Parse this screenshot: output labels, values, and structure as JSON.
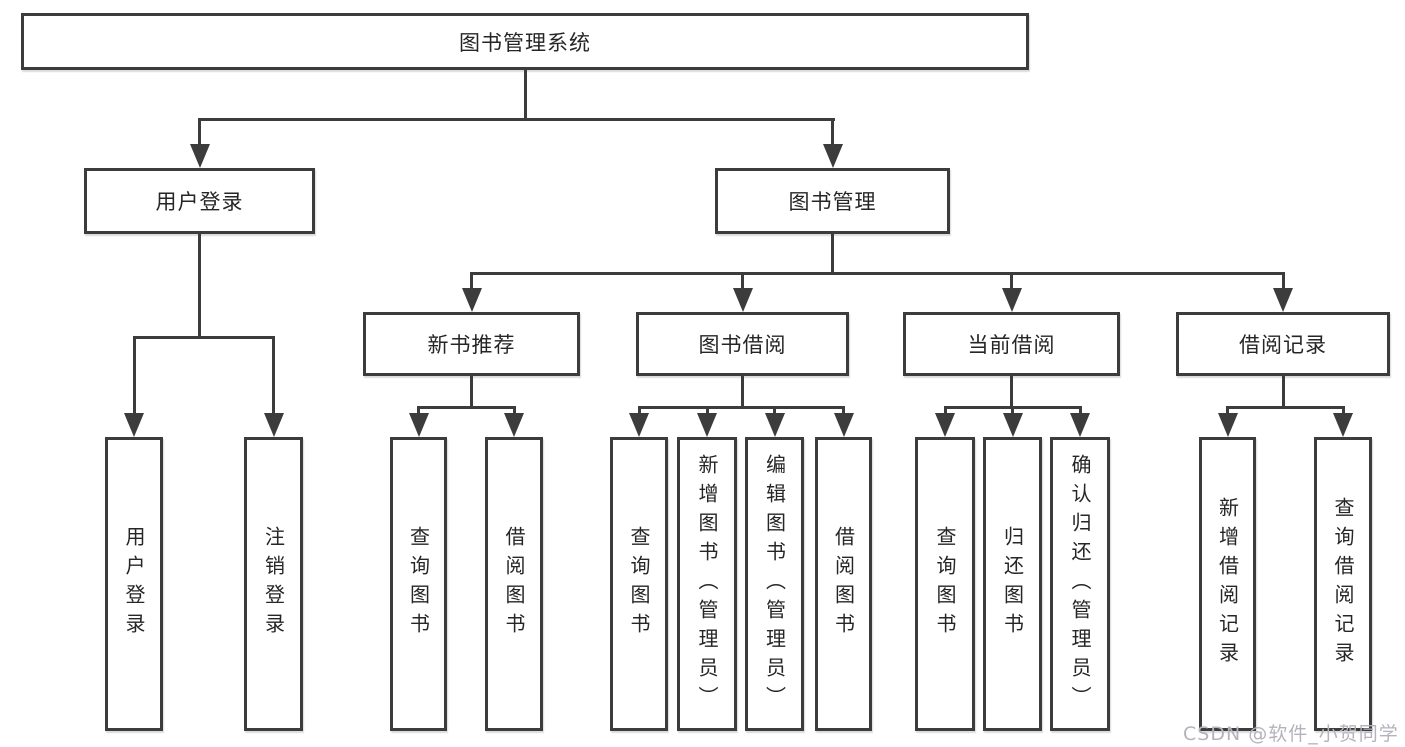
{
  "watermark": "CSDN @软件_小贺同学",
  "colors": {
    "background": "#ffffff",
    "box_fill": "#ffffff",
    "box_border": "#3c3c3c",
    "line": "#3c3c3c",
    "text": "#262626",
    "watermark": "#b3b3bd"
  },
  "tree": {
    "root": {
      "label": "图书管理系统"
    },
    "branches": [
      {
        "label": "用户登录",
        "children": [
          {
            "label": "用户登录"
          },
          {
            "label": "注销登录"
          }
        ]
      },
      {
        "label": "图书管理",
        "children": [
          {
            "label": "新书推荐",
            "children": [
              {
                "label": "查询图书"
              },
              {
                "label": "借阅图书"
              }
            ]
          },
          {
            "label": "图书借阅",
            "children": [
              {
                "label": "查询图书"
              },
              {
                "label": "新增图书（管理员）"
              },
              {
                "label": "编辑图书（管理员）"
              },
              {
                "label": "借阅图书"
              }
            ]
          },
          {
            "label": "当前借阅",
            "children": [
              {
                "label": "查询图书"
              },
              {
                "label": "归还图书"
              },
              {
                "label": "确认归还（管理员）"
              }
            ]
          },
          {
            "label": "借阅记录",
            "children": [
              {
                "label": "新增借阅记录"
              },
              {
                "label": "查询借阅记录"
              }
            ]
          }
        ]
      }
    ]
  }
}
